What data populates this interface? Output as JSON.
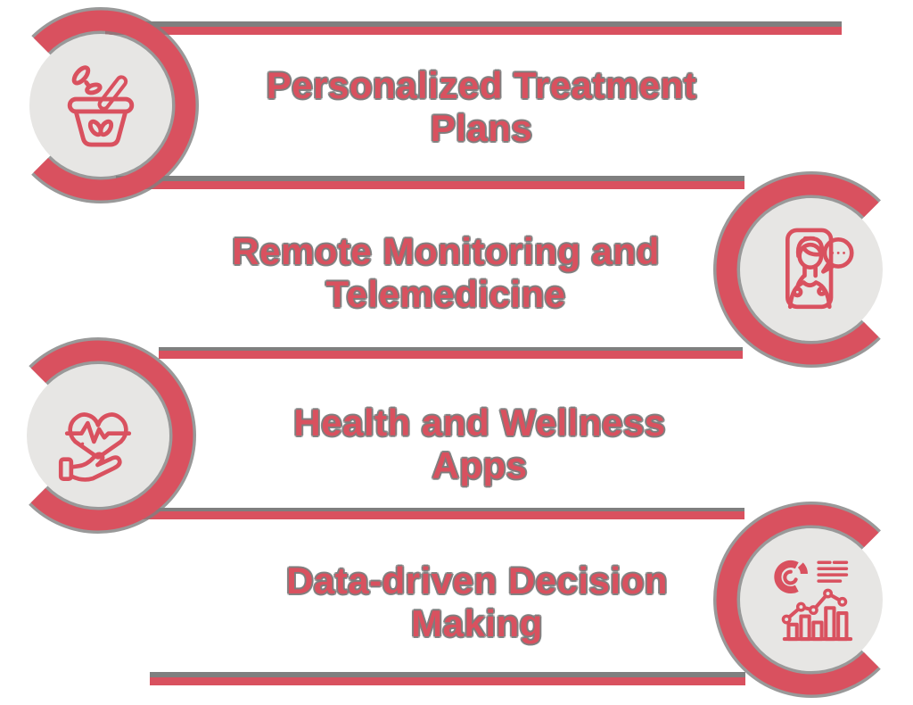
{
  "palette": {
    "accent_red": "#d9515f",
    "shadow_gray": "#7f7f7f",
    "badge_fill": "#e7e6e4",
    "background": "#ffffff"
  },
  "items": [
    {
      "title_line1": "Personalized Treatment",
      "title_line2": "Plans",
      "icon": "mortar-pestle-icon",
      "side": "left"
    },
    {
      "title_line1": "Remote Monitoring and",
      "title_line2": "Telemedicine",
      "icon": "telemedicine-phone-icon",
      "side": "right"
    },
    {
      "title_line1": "Health and Wellness",
      "title_line2": "Apps",
      "icon": "heart-in-hand-icon",
      "side": "left"
    },
    {
      "title_line1": "Data-driven Decision",
      "title_line2": "Making",
      "icon": "analytics-chart-icon",
      "side": "right"
    }
  ]
}
